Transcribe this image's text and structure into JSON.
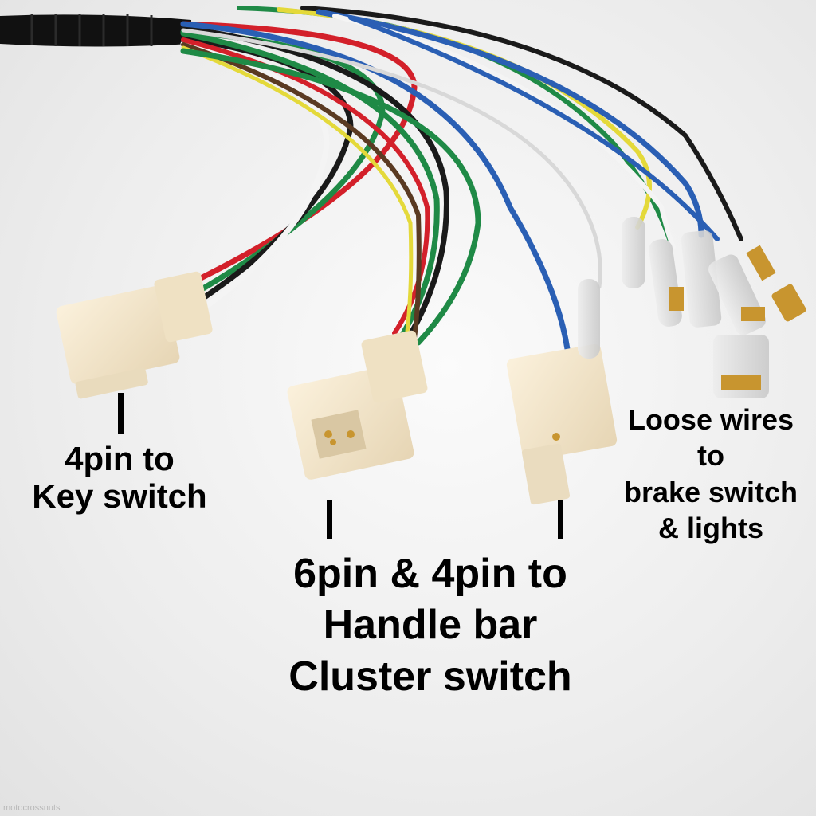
{
  "labels": {
    "key_switch": {
      "line1": "4pin  to",
      "line2": "Key switch"
    },
    "handle_bar": {
      "line1": "6pin & 4pin to",
      "line2": "Handle bar",
      "line3": "Cluster switch"
    },
    "loose_wires": {
      "line1": "Loose wires",
      "line2": "to",
      "line3": "brake switch",
      "line4": "& lights"
    }
  },
  "watermark": "motocrossnuts",
  "colors": {
    "background": "#efefef",
    "connector_body": "#f3e6cc",
    "wire_red": "#d3202a",
    "wire_green": "#1f8a46",
    "wire_blue": "#2a5fb4",
    "wire_black": "#1a1a1a",
    "wire_white": "#f4f4f4",
    "wire_yellow": "#e4d93a",
    "wire_brown": "#5a3a22",
    "terminal_brass": "#c8952f"
  }
}
